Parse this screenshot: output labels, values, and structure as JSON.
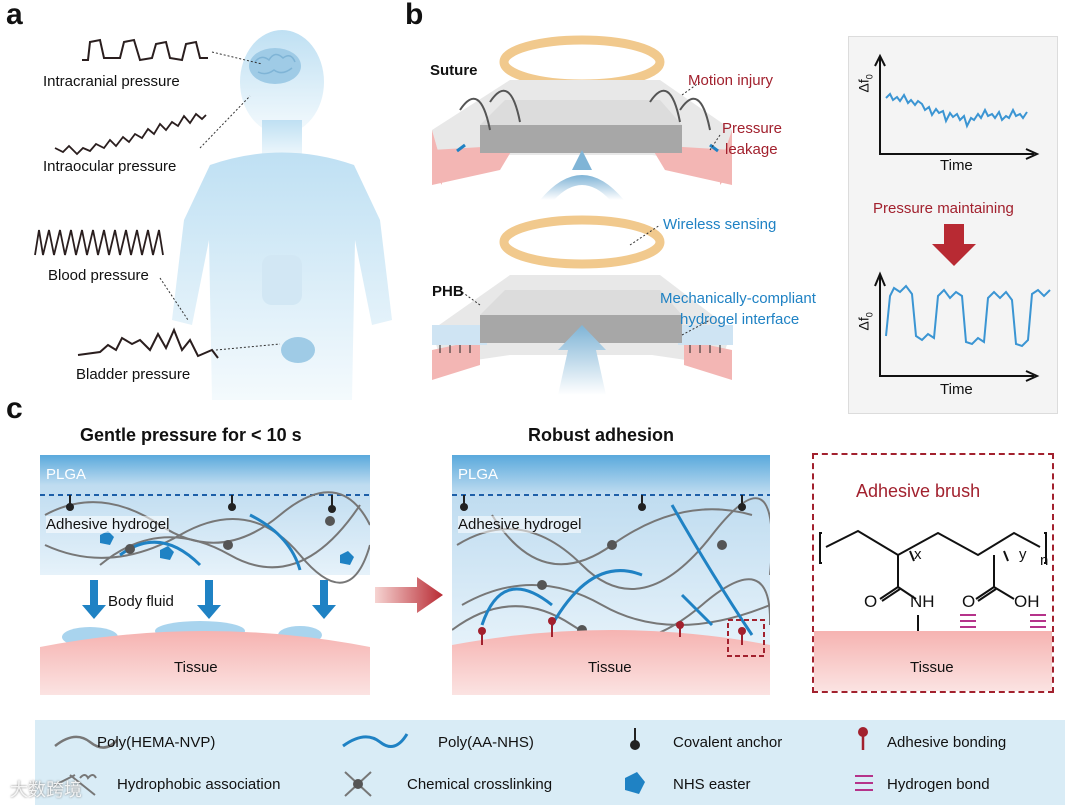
{
  "panel_labels": {
    "a": "a",
    "b": "b",
    "c": "c"
  },
  "panel_a": {
    "labels": [
      "Intracranial pressure",
      "Intraocular pressure",
      "Blood pressure",
      "Bladder pressure"
    ]
  },
  "panel_b": {
    "top": {
      "suture": "Suture",
      "motion_injury": "Motion injury",
      "pressure_leakage_1": "Pressure",
      "pressure_leakage_2": "leakage"
    },
    "bottom": {
      "wireless_sensing": "Wireless sensing",
      "phb": "PHB",
      "interface_1": "Mechanically-compliant",
      "interface_2": "hydrogel interface"
    },
    "plots": {
      "ylabel": "Δf",
      "ylabel_sub": "0",
      "xlabel": "Time",
      "arrow_label": "Pressure maintaining"
    }
  },
  "panel_c": {
    "left": {
      "title": "Gentle pressure for < 10 s",
      "plga": "PLGA",
      "hydrogel": "Adhesive hydrogel",
      "fluid": "Body fluid",
      "tissue": "Tissue"
    },
    "middle": {
      "title": "Robust adhesion",
      "plga": "PLGA",
      "hydrogel": "Adhesive hydrogel",
      "tissue": "Tissue"
    },
    "right": {
      "title": "Adhesive brush",
      "x_sub": "x",
      "y_sub": "y",
      "n_sub": "n",
      "o1": "O",
      "nh": "NH",
      "o2": "O",
      "oh": "OH",
      "tissue": "Tissue"
    }
  },
  "legend": {
    "items": [
      "Poly(HEMA-NVP)",
      "Poly(AA-NHS)",
      "Covalent anchor",
      "Adhesive bonding",
      "Hydrophobic association",
      "Chemical crosslinking",
      "NHS easter",
      "Hydrogen bond"
    ]
  },
  "watermark": "大数跨境",
  "colors": {
    "accent_red": "#a2212e",
    "accent_blue": "#1f82c4",
    "tissue": "#f3b6b4",
    "hydrogel": "#d6eaf6",
    "legend_bg": "#d9ecf6"
  }
}
